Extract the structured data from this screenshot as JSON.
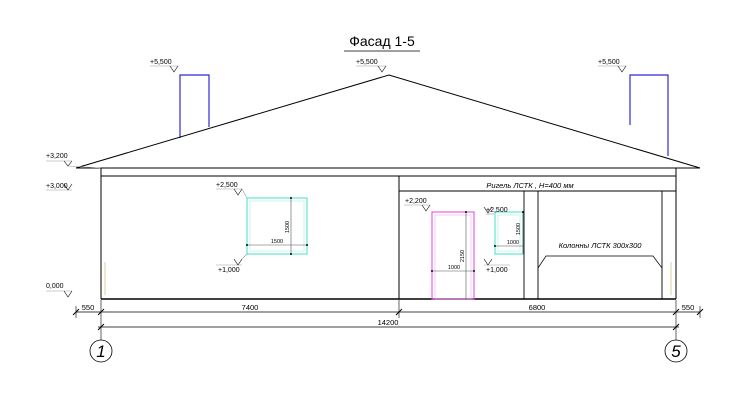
{
  "title": "Фасад 1-5",
  "elevation_marks": {
    "left_chimney_top": "+5,500",
    "ridge": "+5,500",
    "right_chimney_top": "+5,500",
    "eave_top": "+3,200",
    "wall_top": "+3,000",
    "ground": "0,000",
    "left_window_top": "+2,500",
    "left_window_bottom": "+1,000",
    "door_top": "+2,200",
    "right_window_top": "+2,500",
    "right_window_bottom": "+1,000"
  },
  "window_dims": {
    "left_height": "1500",
    "left_width": "1500",
    "right_height": "1500",
    "right_width": "1000"
  },
  "door_dims": {
    "height": "2150",
    "width": "1000"
  },
  "notes": {
    "beam": "Ригель ЛСТК , Н=400 мм",
    "columns": "Колонны ЛСТК 300х300"
  },
  "dimensions": {
    "left_offset": "550",
    "left_span": "7400",
    "right_span": "6800",
    "right_offset": "550",
    "total": "14200"
  },
  "axes": {
    "left": "1",
    "right": "5"
  },
  "colors": {
    "line": "#000000",
    "chimney": "#2b2bd6",
    "window": "#40e0c8",
    "door": "#e040e0",
    "leader": "#9a9a9a"
  }
}
